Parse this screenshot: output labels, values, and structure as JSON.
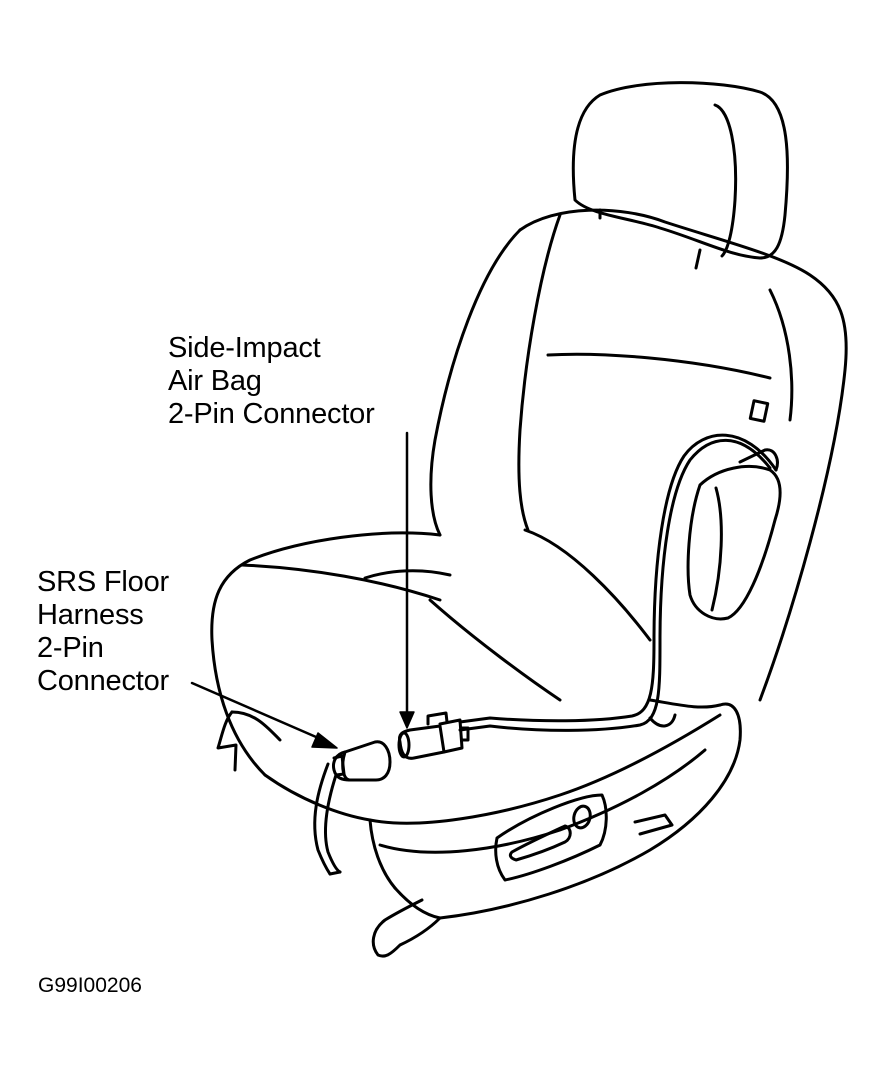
{
  "labels": {
    "side_impact": {
      "line1": "Side-Impact",
      "line2": "Air Bag",
      "line3": "2-Pin Connector"
    },
    "srs_floor": {
      "line1": "SRS Floor",
      "line2": "Harness",
      "line3": "2-Pin",
      "line4": "Connector"
    }
  },
  "figure_code": "G99I00206",
  "colors": {
    "ink": "#000000",
    "paper": "#ffffff"
  }
}
